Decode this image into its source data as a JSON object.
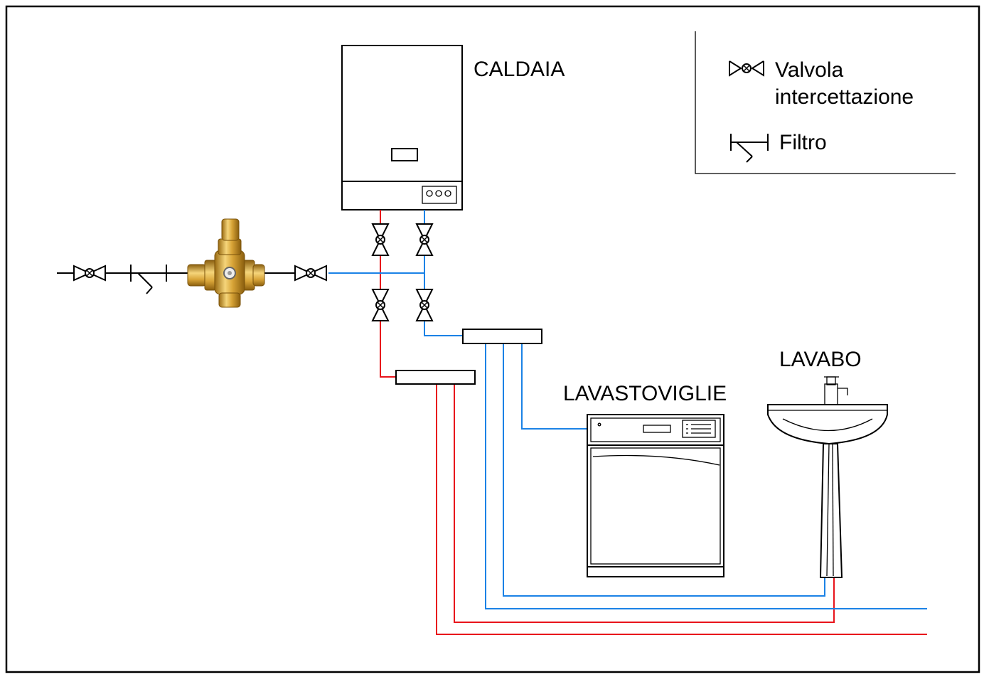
{
  "labels": {
    "boiler": "CALDAIA",
    "dishwasher": "LAVASTOVIGLIE",
    "washbasin": "LAVABO"
  },
  "legend": {
    "valve_line1": "Valvola",
    "valve_line2": "intercettazione",
    "filter": "Filtro"
  },
  "colors": {
    "hot_pipe": "#e8141b",
    "cold_pipe": "#1b82e6",
    "regulator_brass": "#d8a437"
  },
  "icons": [
    "shutoff-valve-icon",
    "filter-icon",
    "pressure-reducer-icon",
    "manifold-icon",
    "boiler-icon",
    "dishwasher-icon",
    "washbasin-icon",
    "faucet-icon"
  ]
}
